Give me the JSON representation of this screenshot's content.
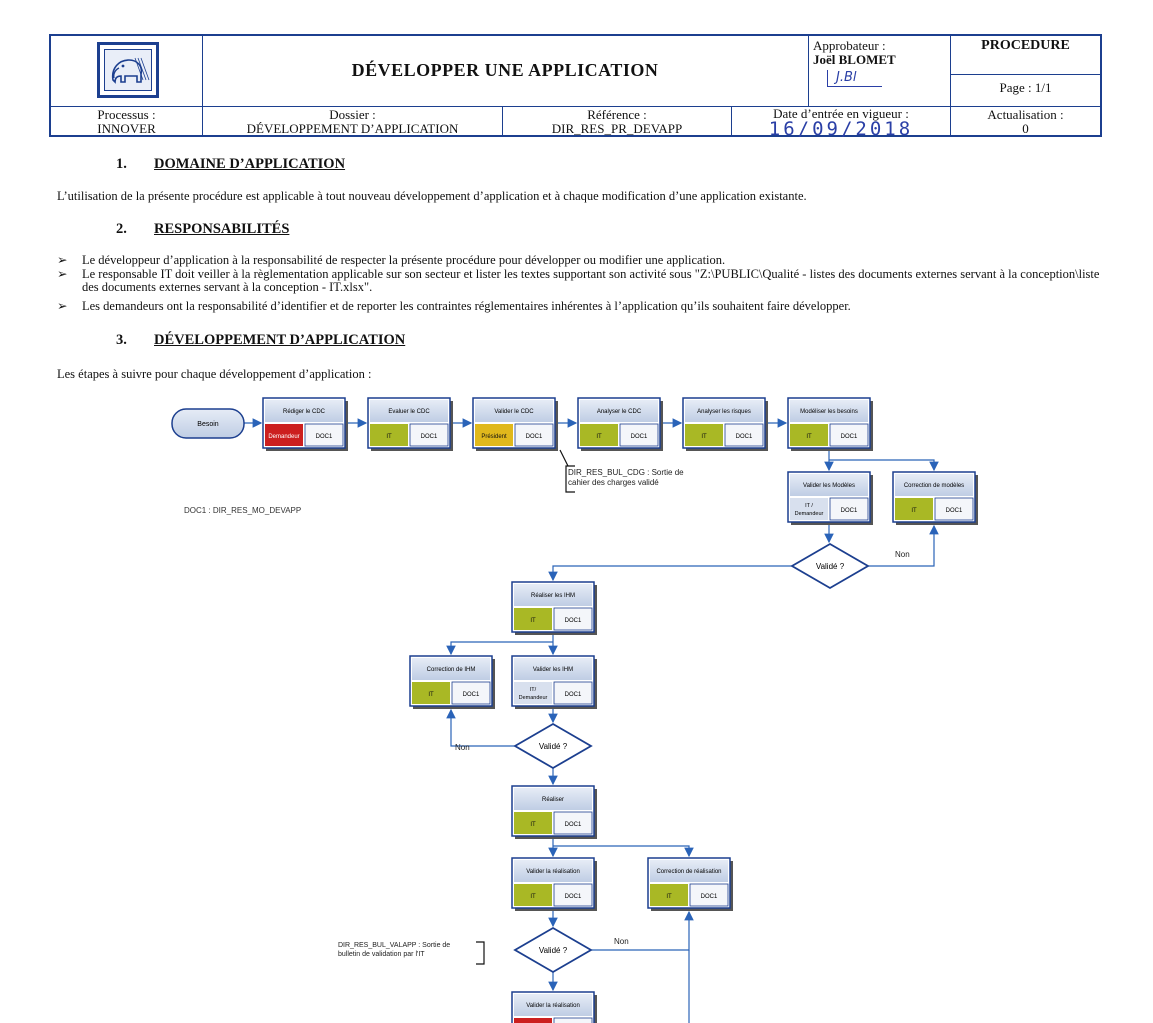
{
  "header": {
    "title": "DÉVELOPPER UNE APPLICATION",
    "approver_label": "Approbateur :",
    "approver_name": "Joël BLOMET",
    "approver_signature": "J.Bl",
    "type": "PROCEDURE",
    "page": "Page : 1/1",
    "process_label": "Processus :",
    "process_value": "INNOVER",
    "folder_label": "Dossier :",
    "folder_value": "DÉVELOPPEMENT D’APPLICATION",
    "reference_label": "Référence :",
    "reference_value": "DIR_RES_PR_DEVAPP",
    "date_label": "Date d’entrée en vigueur :",
    "date_value": "16/09/2018",
    "update_label": "Actualisation :",
    "update_value": "0"
  },
  "sections": [
    {
      "num": "1.",
      "title": "DOMAINE D’APPLICATION"
    },
    {
      "num": "2.",
      "title": "RESPONSABILITÉS"
    },
    {
      "num": "3.",
      "title": "DÉVELOPPEMENT D’APPLICATION"
    }
  ],
  "section1_text": "L’utilisation de la présente procédure est applicable à tout nouveau développement d’application et à chaque modification d’une application existante.",
  "bullets": [
    "Le développeur d’application à la responsabilité de respecter la présente procédure pour développer ou modifier une application.",
    "Le responsable IT doit veiller à la règlementation applicable sur son secteur et lister les textes supportant son activité sous \"Z:\\PUBLIC\\Qualité - listes des documents externes servant à la conception\\liste des documents externes servant à la conception - IT.xlsx\".",
    "Les demandeurs ont la responsabilité d’identifier et de reporter les contraintes réglementaires inhérentes à l’application qu’ils souhaitent faire développer."
  ],
  "bullet_marker": "➢",
  "section3_intro": "Les étapes à suivre pour chaque développement d’application :",
  "flowchart": {
    "start": "Besoin",
    "doc_note": "DOC1 : DIR_RES_MO_DEVAPP",
    "steps": [
      {
        "title": "Rédiger le CDC",
        "actor": "Demandeur",
        "doc": "DOC1",
        "color": "#cc1f1f"
      },
      {
        "title": "Evaluer le CDC",
        "actor": "IT",
        "doc": "DOC1",
        "color": "#a9b825"
      },
      {
        "title": "Valider le CDC",
        "actor": "Président",
        "doc": "DOC1",
        "color": "#e0b81c"
      },
      {
        "title": "Analyser le CDC",
        "actor": "IT",
        "doc": "DOC1",
        "color": "#a9b825"
      },
      {
        "title": "Analyser les risques",
        "actor": "IT",
        "doc": "DOC1",
        "color": "#a9b825"
      },
      {
        "title": "Modéliser les besoins",
        "actor": "IT",
        "doc": "DOC1",
        "color": "#a9b825"
      },
      {
        "title": "Valider les Modèles",
        "actor": "IT / Demandeur",
        "doc": "DOC1",
        "color": "#d8e0ee"
      },
      {
        "title": "Correction de modèles",
        "actor": "IT",
        "doc": "DOC1",
        "color": "#a9b825"
      },
      {
        "title": "Réaliser les IHM",
        "actor": "IT",
        "doc": "DOC1",
        "color": "#a9b825"
      },
      {
        "title": "Correction de IHM",
        "actor": "IT",
        "doc": "DOC1",
        "color": "#a9b825"
      },
      {
        "title": "Valider les IHM",
        "actor": "IT/ Demandeur",
        "doc": "DOC1",
        "color": "#d8e0ee"
      },
      {
        "title": "Réaliser",
        "actor": "IT",
        "doc": "DOC1",
        "color": "#a9b825"
      },
      {
        "title": "Valider la réalisation",
        "actor": "IT",
        "doc": "DOC1",
        "color": "#a9b825"
      },
      {
        "title": "Correction de réalisation",
        "actor": "IT",
        "doc": "DOC1",
        "color": "#a9b825"
      },
      {
        "title": "Valider la réalisation",
        "actor": "",
        "doc": "",
        "color": "#cc1f1f"
      }
    ],
    "decision_label": "Validé ?",
    "no_label": "Non",
    "note_cdc_line1": "DIR_RES_BUL_CDG : Sortie de",
    "note_cdc_line2": "cahier des charges validé",
    "note_val_line1": "DIR_RES_BUL_VALAPP : Sortie de",
    "note_val_line2": "bulletin de validation  par l'IT"
  },
  "colors": {
    "frame": "#1c3f8f",
    "connector": "#2a63b8",
    "box_header": "#cdd8ea"
  }
}
